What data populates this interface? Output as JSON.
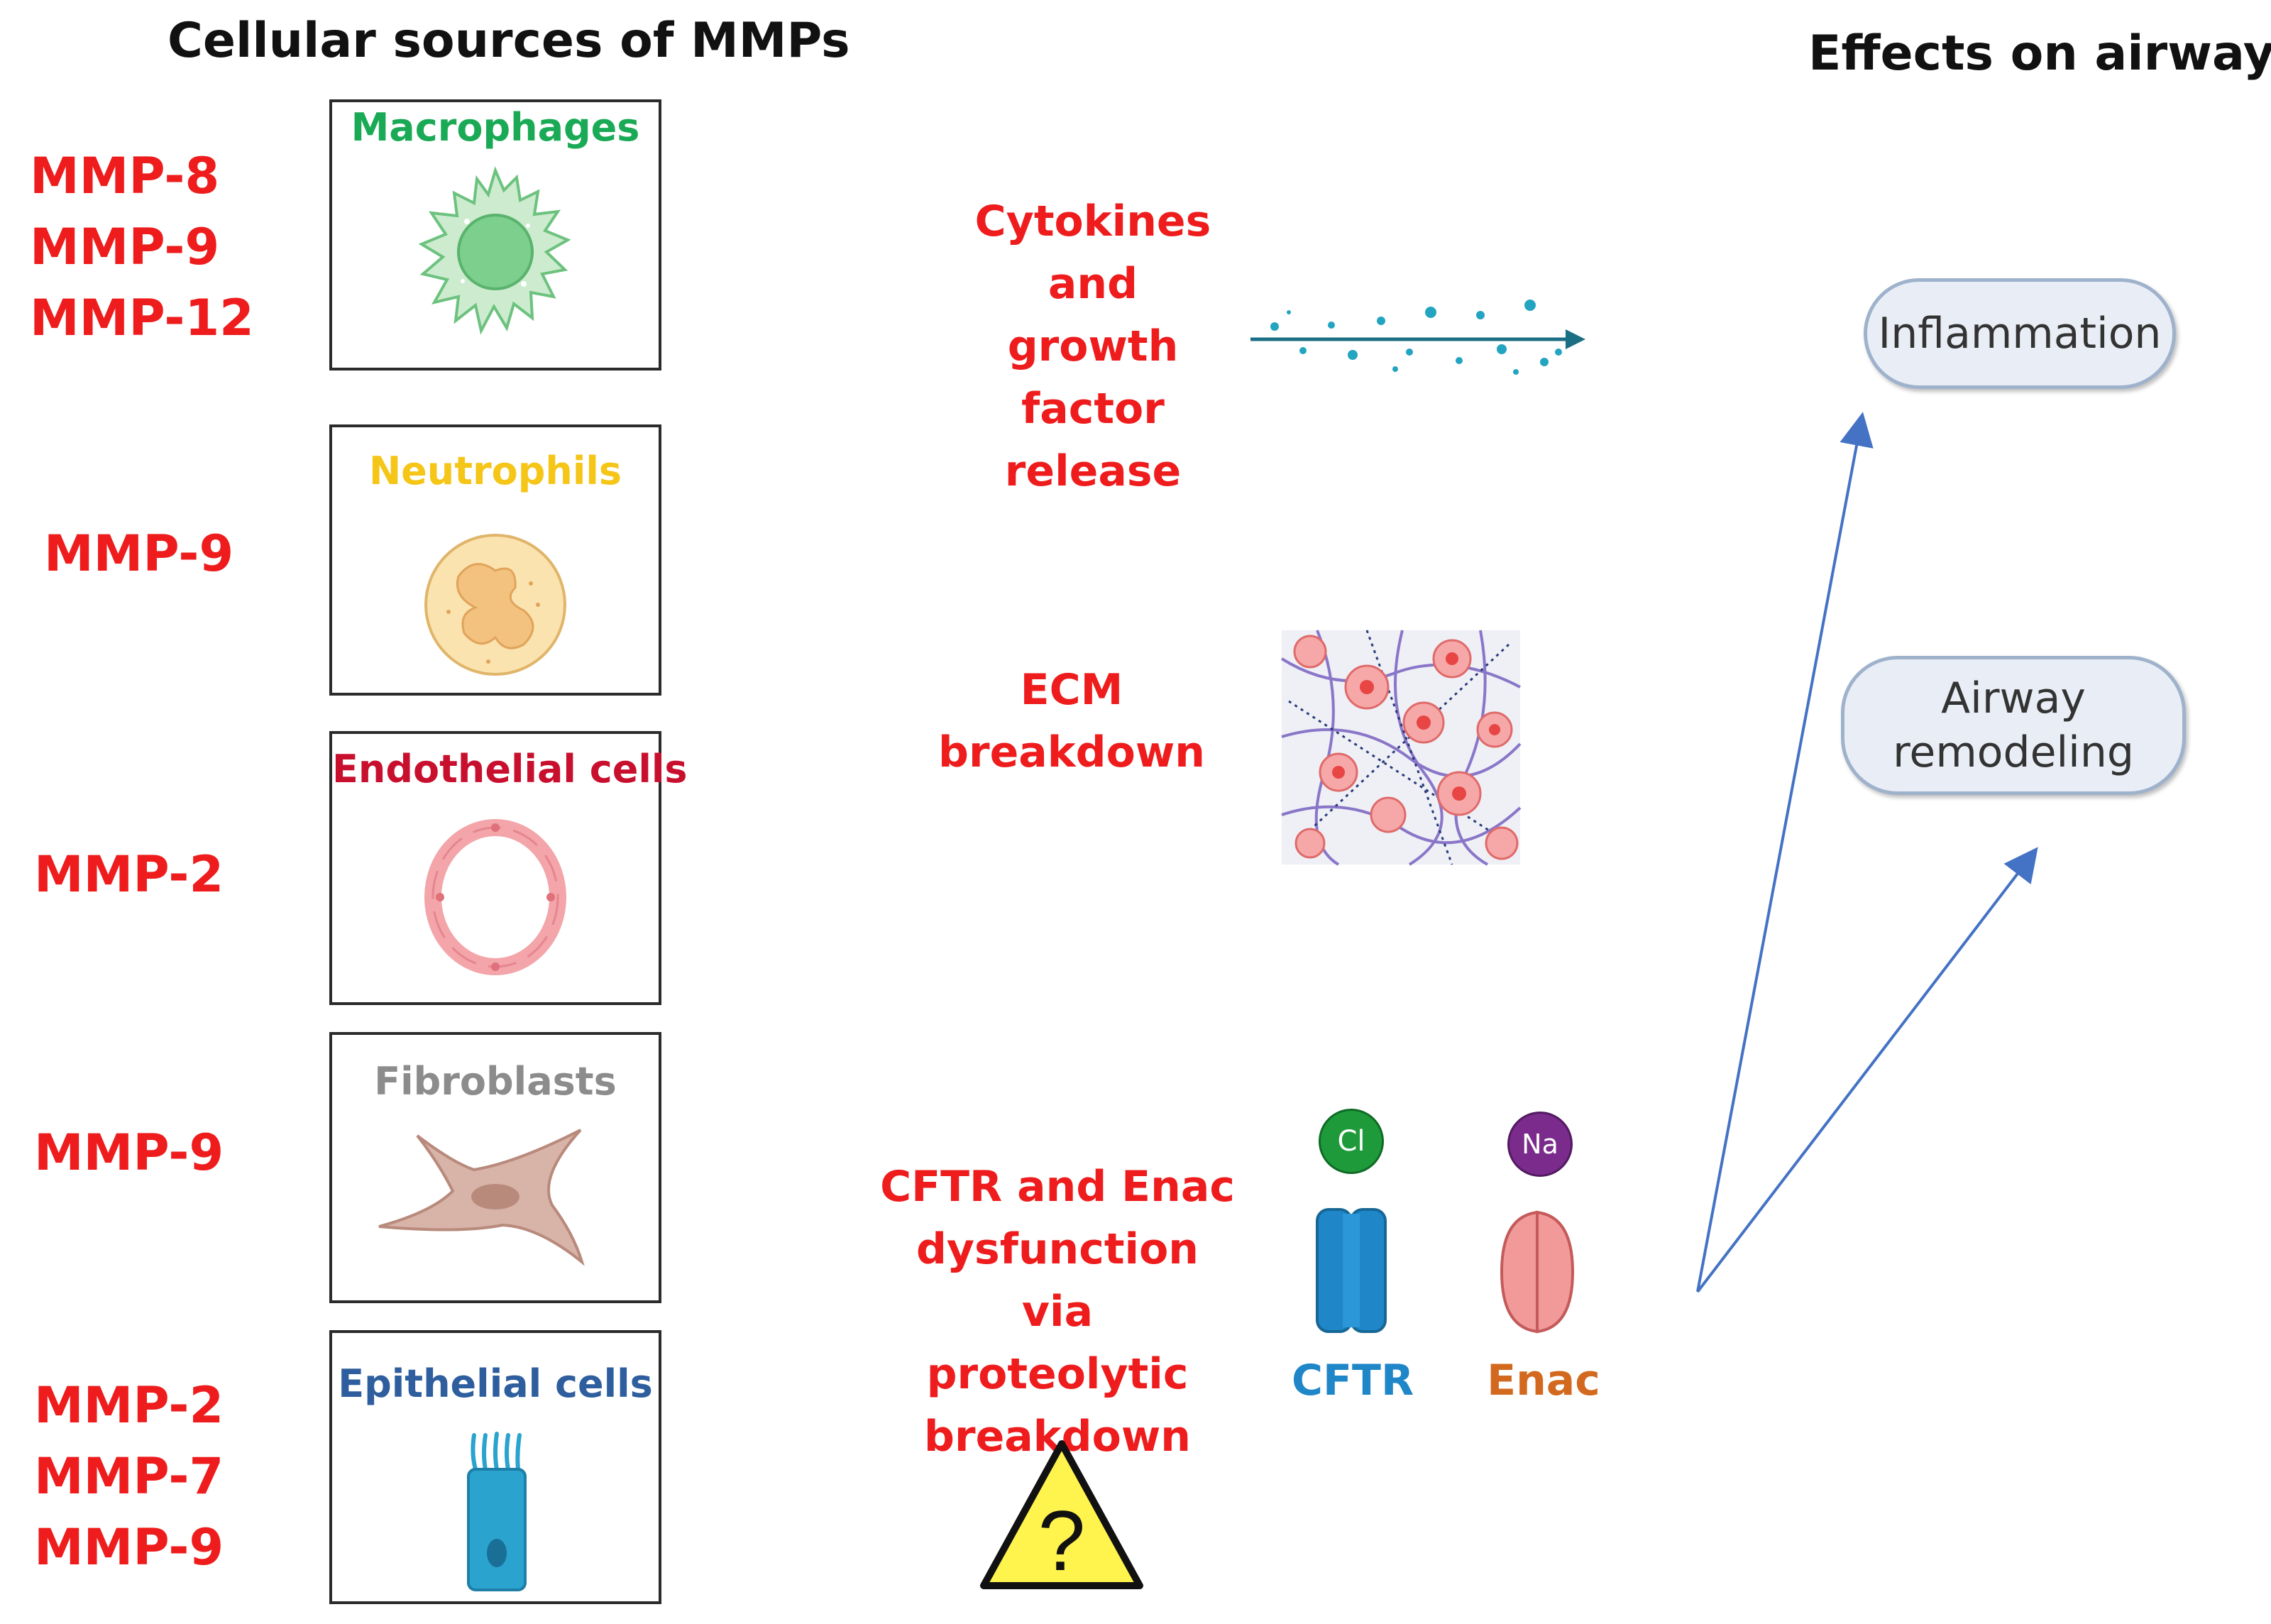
{
  "headers": {
    "left": "Cellular sources of MMPs",
    "right": "Effects on airways"
  },
  "sources": [
    {
      "mmps": [
        "MMP-8",
        "MMP-9",
        "MMP-12"
      ],
      "cell": "Macrophages",
      "color": "#1aaa55"
    },
    {
      "mmps": [
        "MMP-9"
      ],
      "cell": "Neutrophils",
      "color": "#f5c518"
    },
    {
      "mmps": [
        "MMP-2"
      ],
      "cell": "Endothelial cells",
      "color": "#c8102e"
    },
    {
      "mmps": [
        "MMP-9"
      ],
      "cell": "Fibroblasts",
      "color": "#8c8c8c"
    },
    {
      "mmps": [
        "MMP-2",
        "MMP-7",
        "MMP-9"
      ],
      "cell": "Epithelial cells",
      "color": "#2e5e9e"
    }
  ],
  "mechanisms": {
    "cytokines": [
      "Cytokines",
      "and",
      "growth",
      "factor",
      "release"
    ],
    "ecm": [
      "ECM",
      "breakdown"
    ],
    "cftr": [
      "CFTR and  Enac",
      "dysfunction  via",
      "proteolytic",
      "breakdown"
    ]
  },
  "channels": {
    "cftr_label": "CFTR",
    "enac_label": "Enac",
    "cl_ion": "Cl",
    "na_ion": "Na",
    "cftr_color": "#1f86c8",
    "enac_color": "#d2691e"
  },
  "warning_icon": "question-warning-icon",
  "outcomes": {
    "inflammation": "Inflammation",
    "remodeling": [
      "Airway",
      "remodeling"
    ]
  }
}
